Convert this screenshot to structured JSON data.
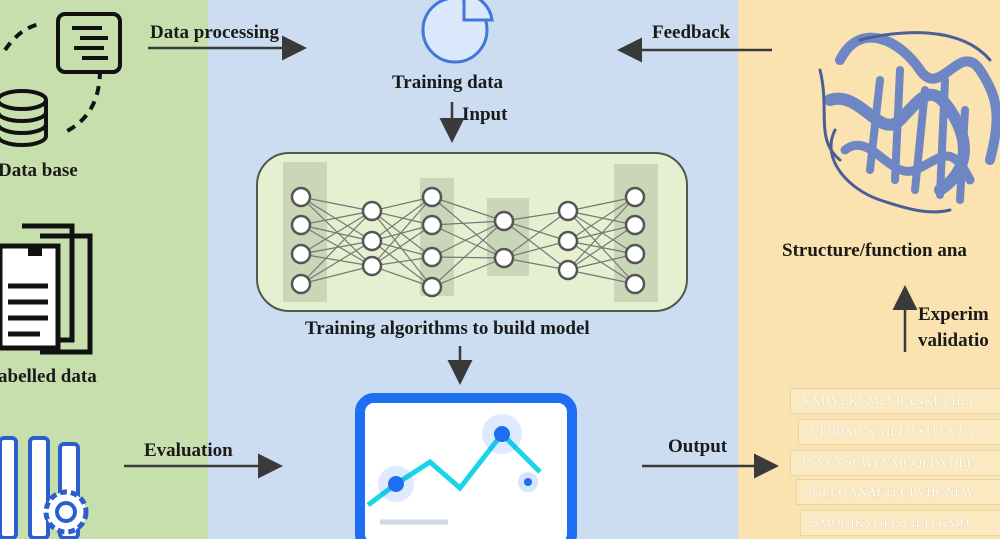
{
  "labels": {
    "data_processing": "Data processing",
    "training_data": "Training data",
    "input": "Input",
    "feedback": "Feedback",
    "data_base": "Data base",
    "labelled_data": "abelled data",
    "training_algorithms": "Training algorithms to build model",
    "evaluation": "Evaluation",
    "output": "Output",
    "structure_function": "Structure/function ana",
    "experimental": "Experim",
    "validation": "validatio"
  },
  "sequences": [
    "..KNDYEKVMLVRANKEVHLI",
    "..YPDRMVKAILFWSITVVVV",
    "..FSYCYSCWEYMGQFDYDEF",
    "..IGLLGANAFTECPVHCNFW",
    "..SMDGIKYGPISLILTFKMD"
  ],
  "colors": {
    "left_panel": "#c6dfad",
    "middle_panel": "#ccddf1",
    "right_panel": "#fae3b0",
    "accent_blue": "#1d6ef0",
    "chart_line": "#19d6e6",
    "protein": "#6f86c4"
  },
  "icons": [
    "database-icon",
    "document-list-icon",
    "labelled-documents-icon",
    "tools-gear-icon",
    "pie-chart-icon",
    "neural-network-icon",
    "monitor-line-chart-icon",
    "protein-structure-icon"
  ]
}
